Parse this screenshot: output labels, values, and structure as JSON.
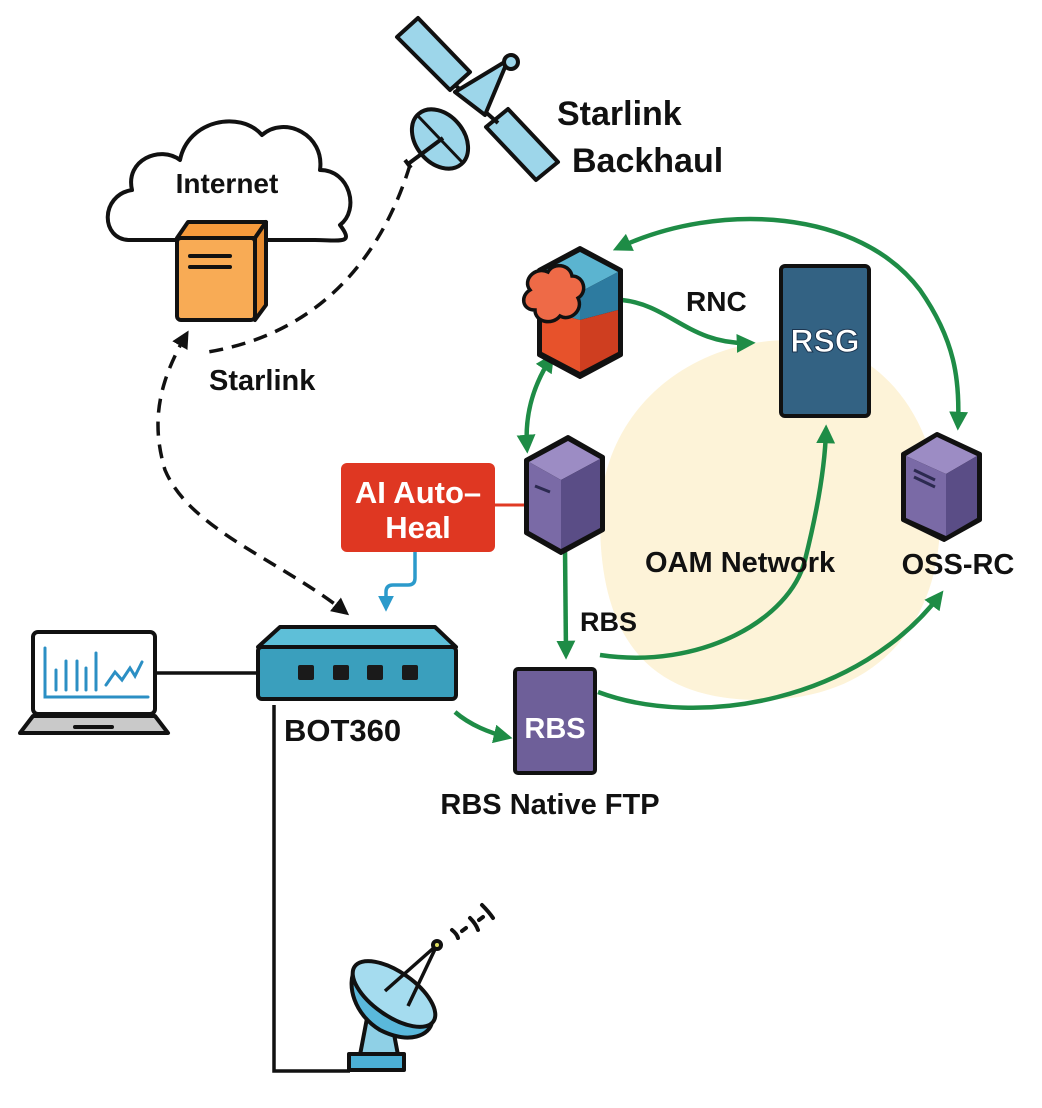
{
  "title": "BOT360 network diagram with Starlink backhaul and AI Auto-Heal",
  "colors": {
    "green_link": "#1e8c46",
    "blue_link": "#2b9acb",
    "red_link": "#e03a24",
    "oam_zone": "#fdf3d8",
    "rsg_fill": "#336283",
    "rbs_fill": "#6e5f99",
    "server_purple": "#7a6aa6",
    "internet_server": "#f8ab55",
    "ai_box": "#df3722",
    "router": "#3a9fbd",
    "satellite_panel": "#9dd6ea"
  },
  "labels": {
    "internet": "Internet",
    "starlink_backhaul_line1": "Starlink",
    "starlink_backhaul_line2": "Backhaul",
    "starlink": "Starlink",
    "rnc": "RNC",
    "rsg": "RSG",
    "ai_line1": "AI Auto–",
    "ai_line2": "Heal",
    "oam_network": "OAM Network",
    "oss_rc": "OSS-RC",
    "rbs_link": "RBS",
    "rbs_box": "RBS",
    "rbs_native_ftp": "RBS Native FTP",
    "bot360": "BOT360"
  },
  "nodes": [
    {
      "id": "internet-cloud",
      "label": "Internet",
      "icon": "cloud-icon"
    },
    {
      "id": "internet-server",
      "icon": "server-icon"
    },
    {
      "id": "satellite",
      "label": "Starlink Backhaul",
      "icon": "satellite-icon"
    },
    {
      "id": "rnc-server",
      "label": "RNC",
      "icon": "server-cube-icon"
    },
    {
      "id": "rsg",
      "label": "RSG",
      "icon": "rack-icon"
    },
    {
      "id": "ai-auto-heal",
      "label": "AI Auto-Heal",
      "icon": "box"
    },
    {
      "id": "oam-server",
      "icon": "server-cube-icon"
    },
    {
      "id": "oss-rc",
      "label": "OSS-RC",
      "icon": "server-cube-icon"
    },
    {
      "id": "rbs",
      "label": "RBS Native FTP",
      "icon": "rack-icon"
    },
    {
      "id": "bot360",
      "label": "BOT360",
      "icon": "router-icon"
    },
    {
      "id": "laptop",
      "icon": "laptop-chart-icon"
    },
    {
      "id": "dish",
      "icon": "satellite-dish-icon"
    }
  ],
  "edges": [
    {
      "from": "bot360",
      "to": "internet-server",
      "style": "dashed",
      "label": "Starlink",
      "bidirectional": true
    },
    {
      "from": "satellite",
      "to": "internet-server",
      "style": "dashed"
    },
    {
      "from": "oss-rc",
      "to": "rnc-server",
      "style": "solid-green",
      "bidirectional": true
    },
    {
      "from": "rnc-server",
      "to": "rsg",
      "style": "solid-green",
      "label": "RNC"
    },
    {
      "from": "rnc-server",
      "to": "oam-server",
      "style": "solid-green",
      "bidirectional": true
    },
    {
      "from": "oam-server",
      "to": "rbs",
      "style": "solid-green",
      "label": "RBS"
    },
    {
      "from": "rbs",
      "to": "rsg",
      "style": "solid-green",
      "label": "OAM Network"
    },
    {
      "from": "rbs",
      "to": "oss-rc",
      "style": "solid-green"
    },
    {
      "from": "bot360",
      "to": "rbs",
      "style": "solid-green"
    },
    {
      "from": "ai-auto-heal",
      "to": "oam-server",
      "style": "solid-red"
    },
    {
      "from": "ai-auto-heal",
      "to": "bot360",
      "style": "solid-blue"
    },
    {
      "from": "laptop",
      "to": "bot360",
      "style": "solid-black"
    },
    {
      "from": "bot360",
      "to": "dish",
      "style": "solid-black"
    }
  ]
}
